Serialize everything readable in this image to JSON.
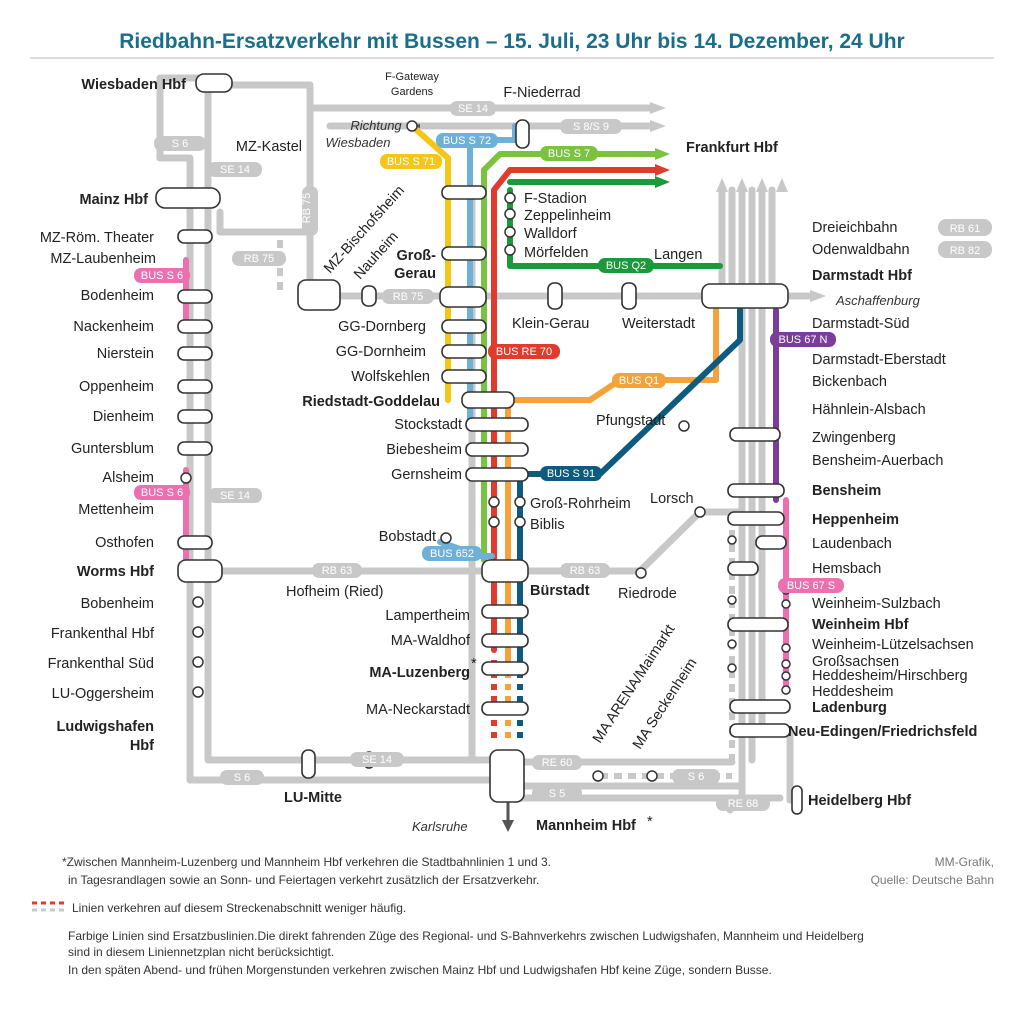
{
  "title": "Riedbahn-Ersatzverkehr mit Bussen – 15. Juli, 23 Uhr bis 14. Dezember, 24 Uhr",
  "colors": {
    "grey": "#bdbdbd",
    "yellow": "#f5c518",
    "blue": "#6fb0d6",
    "lightgreen": "#7cc242",
    "green": "#1a9a3a",
    "red": "#e03c2e",
    "orange": "#f4a33c",
    "petrol": "#0d5b7e",
    "purple": "#7a3d9a",
    "pink": "#ec6fb0",
    "title": "#1a6e8a"
  },
  "line_labels": {
    "se14_top": "SE 14",
    "s8s9": "S 8/S 9",
    "s6_top": "S 6",
    "se14_left": "SE 14",
    "rb75_v": "RB 75",
    "rb75_left": "RB 75",
    "rb75_h": "RB 75",
    "bus_s72": "BUS S 72",
    "bus_s71": "BUS S 71",
    "bus_s7": "BUS S 7",
    "bus_s6_1": "BUS S 6",
    "bus_s6_2": "BUS S 6",
    "se14_mid": "SE 14",
    "bus_q2": "BUS Q2",
    "bus_re70": "BUS RE 70",
    "bus_q1": "BUS Q1",
    "bus_s91": "BUS S 91",
    "bus_67n": "BUS 67 N",
    "bus_652": "BUS 652",
    "rb63_l": "RB 63",
    "rb63_r": "RB 63",
    "bus_67s": "BUS 67 S",
    "se14_bot": "SE 14",
    "s6_bot": "S 6",
    "re60": "RE 60",
    "s6_right": "S 6",
    "s5": "S 5",
    "re68": "RE 68",
    "rb61": "RB 61",
    "rb82": "RB 82"
  },
  "stations": {
    "wiesbaden": "Wiesbaden Hbf",
    "fgateway1": "F-Gateway",
    "fgateway2": "Gardens",
    "fniederrad": "F-Niederrad",
    "richtung1": "Richtung",
    "richtung2": "Wiesbaden",
    "mzkastel": "MZ-Kastel",
    "frankfurt": "Frankfurt Hbf",
    "mainz": "Mainz Hbf",
    "fstadion": "F-Stadion",
    "zeppelinheim": "Zeppelinheim",
    "walldorf": "Walldorf",
    "moerfelden": "Mörfelden",
    "langen": "Langen",
    "mzbischofsheim": "MZ-Bischofsheim",
    "nauheim": "Nauheim",
    "gross1": "Groß-",
    "gerau1": "Gerau",
    "mzroem": "MZ-Röm. Theater",
    "mzlauben": "MZ-Laubenheim",
    "dreieich": "Dreieichbahn",
    "odenwald": "Odenwaldbahn",
    "darmstadt": "Darmstadt Hbf",
    "aschaffenburg": "Aschaffenburg",
    "bodenheim": "Bodenheim",
    "nackenheim": "Nackenheim",
    "nierstein": "Nierstein",
    "oppenheim": "Oppenheim",
    "dienheim": "Dienheim",
    "guntersblum": "Guntersblum",
    "alsheim": "Alsheim",
    "mettenheim": "Mettenheim",
    "osthofen": "Osthofen",
    "worms": "Worms Hbf",
    "bobenheim": "Bobenheim",
    "frankenthal": "Frankenthal Hbf",
    "frankenthalsued": "Frankenthal Süd",
    "luogg": "LU-Oggersheim",
    "ludwigshafen1": "Ludwigshafen",
    "ludwigshafen2": "Hbf",
    "ggdornberg": "GG-Dornberg",
    "ggdornheim": "GG-Dornheim",
    "wolfskehlen": "Wolfskehlen",
    "riedstadt": "Riedstadt-Goddelau",
    "kleingerau": "Klein-Gerau",
    "weiterstadt": "Weiterstadt",
    "dasued": "Darmstadt-Süd",
    "daeber": "Darmstadt-Eberstadt",
    "bickenbach": "Bickenbach",
    "haehnlein": "Hähnlein-Alsbach",
    "zwingenberg": "Zwingenberg",
    "bensheimauer": "Bensheim-Auerbach",
    "bensheim": "Bensheim",
    "heppenheim": "Heppenheim",
    "laudenbach": "Laudenbach",
    "hemsbach": "Hemsbach",
    "weinheimsulz": "Weinheim-Sulzbach",
    "weinheim": "Weinheim Hbf",
    "weinheimluetz": "Weinheim-Lützelsachsen",
    "grosssachsen": "Großsachsen",
    "heddesheimhirsch": "Heddesheim/Hirschberg",
    "heddesheim": "Heddesheim",
    "ladenburg": "Ladenburg",
    "neuedingen": "Neu-Edingen/Friedrichsfeld",
    "heidelberg": "Heidelberg Hbf",
    "stockstadt": "Stockstadt",
    "biebesheim": "Biebesheim",
    "gernsheim": "Gernsheim",
    "pfungstadt": "Pfungstadt",
    "grossrohrheim": "Groß-Rohrheim",
    "biblis": "Biblis",
    "lorsch": "Lorsch",
    "bobstadt": "Bobstadt",
    "buerstadt": "Bürstadt",
    "riedrode": "Riedrode",
    "hofheim": "Hofheim (Ried)",
    "lampertheim": "Lampertheim",
    "mawaldhof": "MA-Waldhof",
    "maluzenberg": "MA-Luzenberg",
    "maluzstar": "*",
    "maneckar": "MA-Neckarstadt",
    "maarena": "MA ARENA/Maimarkt",
    "maseck": "MA Seckenheim",
    "lumitte": "LU-Mitte",
    "karlsruhe": "Karlsruhe",
    "mannheim": "Mannheim Hbf",
    "mannheimstar": "*"
  },
  "notes": {
    "n1a": "*Zwischen Mannheim-Luzenberg und Mannheim Hbf verkehren die Stadtbahnlinien 1 und 3.",
    "n1b": "in Tagesrandlagen sowie an Sonn- und Feiertagen verkehrt zusätzlich der Ersatzverkehr.",
    "n2": "Linien verkehren auf diesem Streckenabschnitt weniger häufig.",
    "n3a": "Farbige Linien sind Ersatzbuslinien.Die direkt fahrenden Züge des Regional- und S-Bahnverkehrs zwischen Ludwigshafen, Mannheim und Heidelberg",
    "n3b": "sind in diesem Liniennetzplan nicht berücksichtigt.",
    "n3c": "In den späten Abend- und frühen Morgenstunden verkehren zwischen Mainz Hbf und Ludwigshafen Hbf keine Züge, sondern Busse.",
    "credit1": "MM-Grafik,",
    "credit2": "Quelle: Deutsche Bahn"
  }
}
